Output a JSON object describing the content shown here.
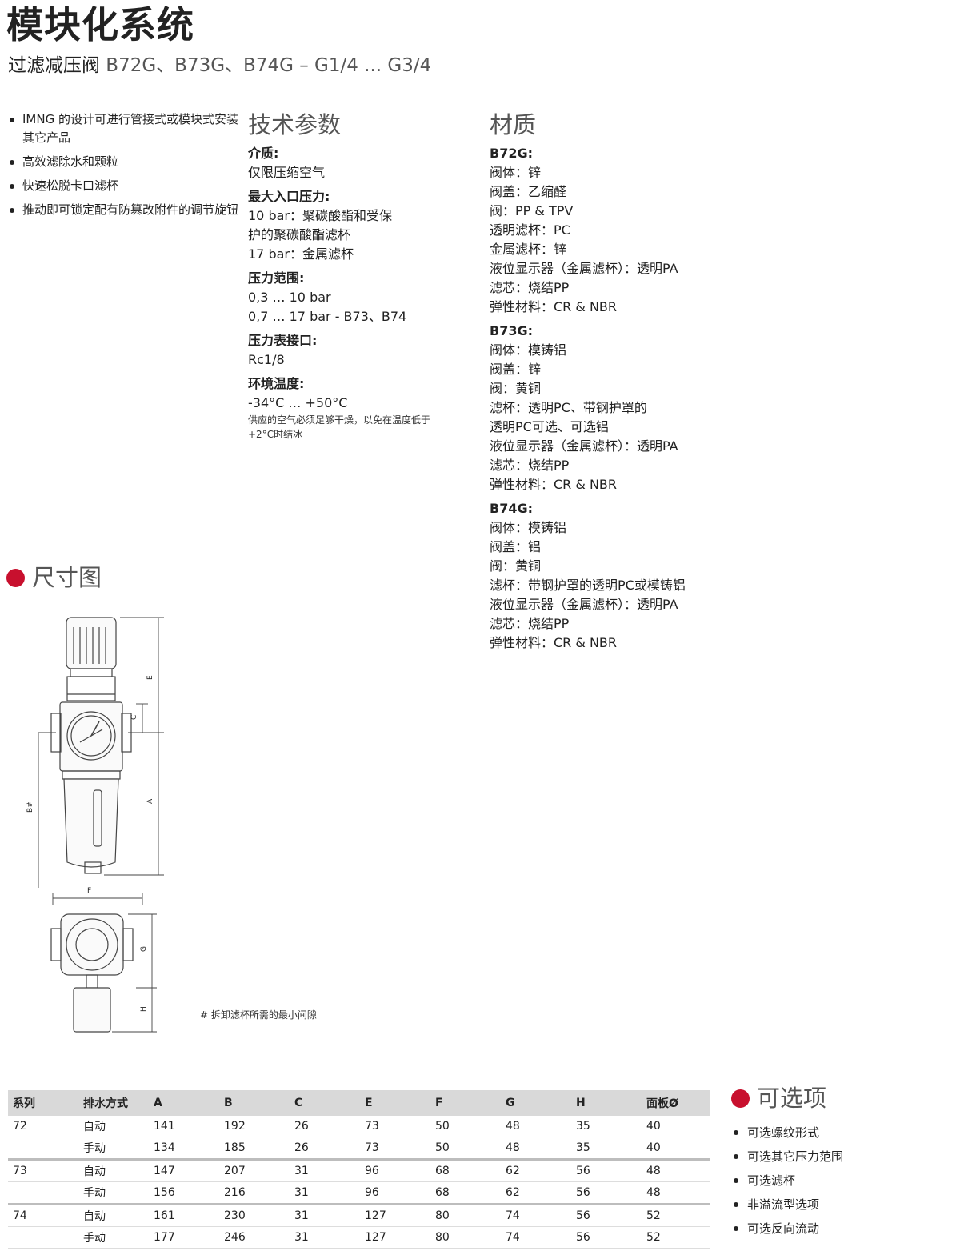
{
  "header": {
    "title": "模块化系统",
    "subtitle_product": "过滤减压阀",
    "subtitle_models": " B72G、B73G、B74G – G1/4 ... G3/4"
  },
  "features": [
    "IMNG 的设计可进行管接式或模块式安装其它产品",
    "高效滤除水和颗粒",
    "快速松脱卡口滤杯",
    "推动即可锁定配有防篡改附件的调节旋钮"
  ],
  "spec": {
    "title": "技术参数",
    "medium_label": "介质:",
    "medium_value": "仅限压缩空气",
    "max_inlet_label": "最大入口压力:",
    "max_inlet_value_1": "10 bar：聚碳酸酯和受保护的聚碳酸酯滤杯",
    "max_inlet_value_2": "17 bar：金属滤杯",
    "range_label": "压力范围:",
    "range_value_1": "0,3 … 10 bar",
    "range_value_2": "0,7 … 17 bar - B73、B74",
    "gauge_label": "压力表接口:",
    "gauge_value": "Rc1/8",
    "temp_label": "环境温度:",
    "temp_value": "-34°C … +50°C",
    "temp_note": "供应的空气必须足够干燥，以免在温度低于+2°C时结冰"
  },
  "material": {
    "title": "材质",
    "groups": [
      {
        "name": "B72G:",
        "rows": [
          "阀体：锌",
          "阀盖：乙缩醛",
          "阀：PP & TPV",
          "透明滤杯：PC",
          "金属滤杯：锌",
          "液位显示器（金属滤杯）：透明PA",
          "滤芯：烧结PP",
          "弹性材料：CR & NBR"
        ]
      },
      {
        "name": "B73G:",
        "rows": [
          "阀体：模铸铝",
          "阀盖：锌",
          "阀：黄铜",
          "滤杯：透明PC、带钢护罩的",
          "透明PC可选、可选铝",
          "液位显示器（金属滤杯）：透明PA",
          "滤芯：烧结PP",
          "弹性材料：CR & NBR"
        ]
      },
      {
        "name": "B74G:",
        "rows": [
          "阀体：模铸铝",
          "阀盖：铝",
          "阀：黄铜",
          "滤杯：带钢护罩的透明PC或模铸铝",
          "液位显示器（金属滤杯）：透明PA",
          "滤芯：烧结PP",
          "弹性材料：CR & NBR"
        ]
      }
    ]
  },
  "dimensions": {
    "title": "尺寸图",
    "labels": {
      "E": "E",
      "C": "C",
      "A": "A",
      "B": "B#",
      "F": "F",
      "G": "G",
      "H": "H"
    },
    "footnote": "# 拆卸滤杯所需的最小间隙"
  },
  "table": {
    "headers": [
      "系列",
      "排水方式",
      "A",
      "B",
      "C",
      "E",
      "F",
      "G",
      "H",
      "面板Ø"
    ],
    "rows": [
      [
        "72",
        "自动",
        "141",
        "192",
        "26",
        "73",
        "50",
        "48",
        "35",
        "40"
      ],
      [
        "",
        "手动",
        "134",
        "185",
        "26",
        "73",
        "50",
        "48",
        "35",
        "40"
      ],
      [
        "73",
        "自动",
        "147",
        "207",
        "31",
        "96",
        "68",
        "62",
        "56",
        "48"
      ],
      [
        "",
        "手动",
        "156",
        "216",
        "31",
        "96",
        "68",
        "62",
        "56",
        "48"
      ],
      [
        "74",
        "自动",
        "161",
        "230",
        "31",
        "127",
        "80",
        "74",
        "56",
        "52"
      ],
      [
        "",
        "手动",
        "177",
        "246",
        "31",
        "127",
        "80",
        "74",
        "56",
        "52"
      ]
    ]
  },
  "options": {
    "title": "可选项",
    "items": [
      "可选螺纹形式",
      "可选其它压力范围",
      "可选滤杯",
      "非溢流型选项",
      "可选反向流动"
    ]
  },
  "colors": {
    "accent": "#c8102e",
    "header_gray": "#d9d9d9"
  }
}
